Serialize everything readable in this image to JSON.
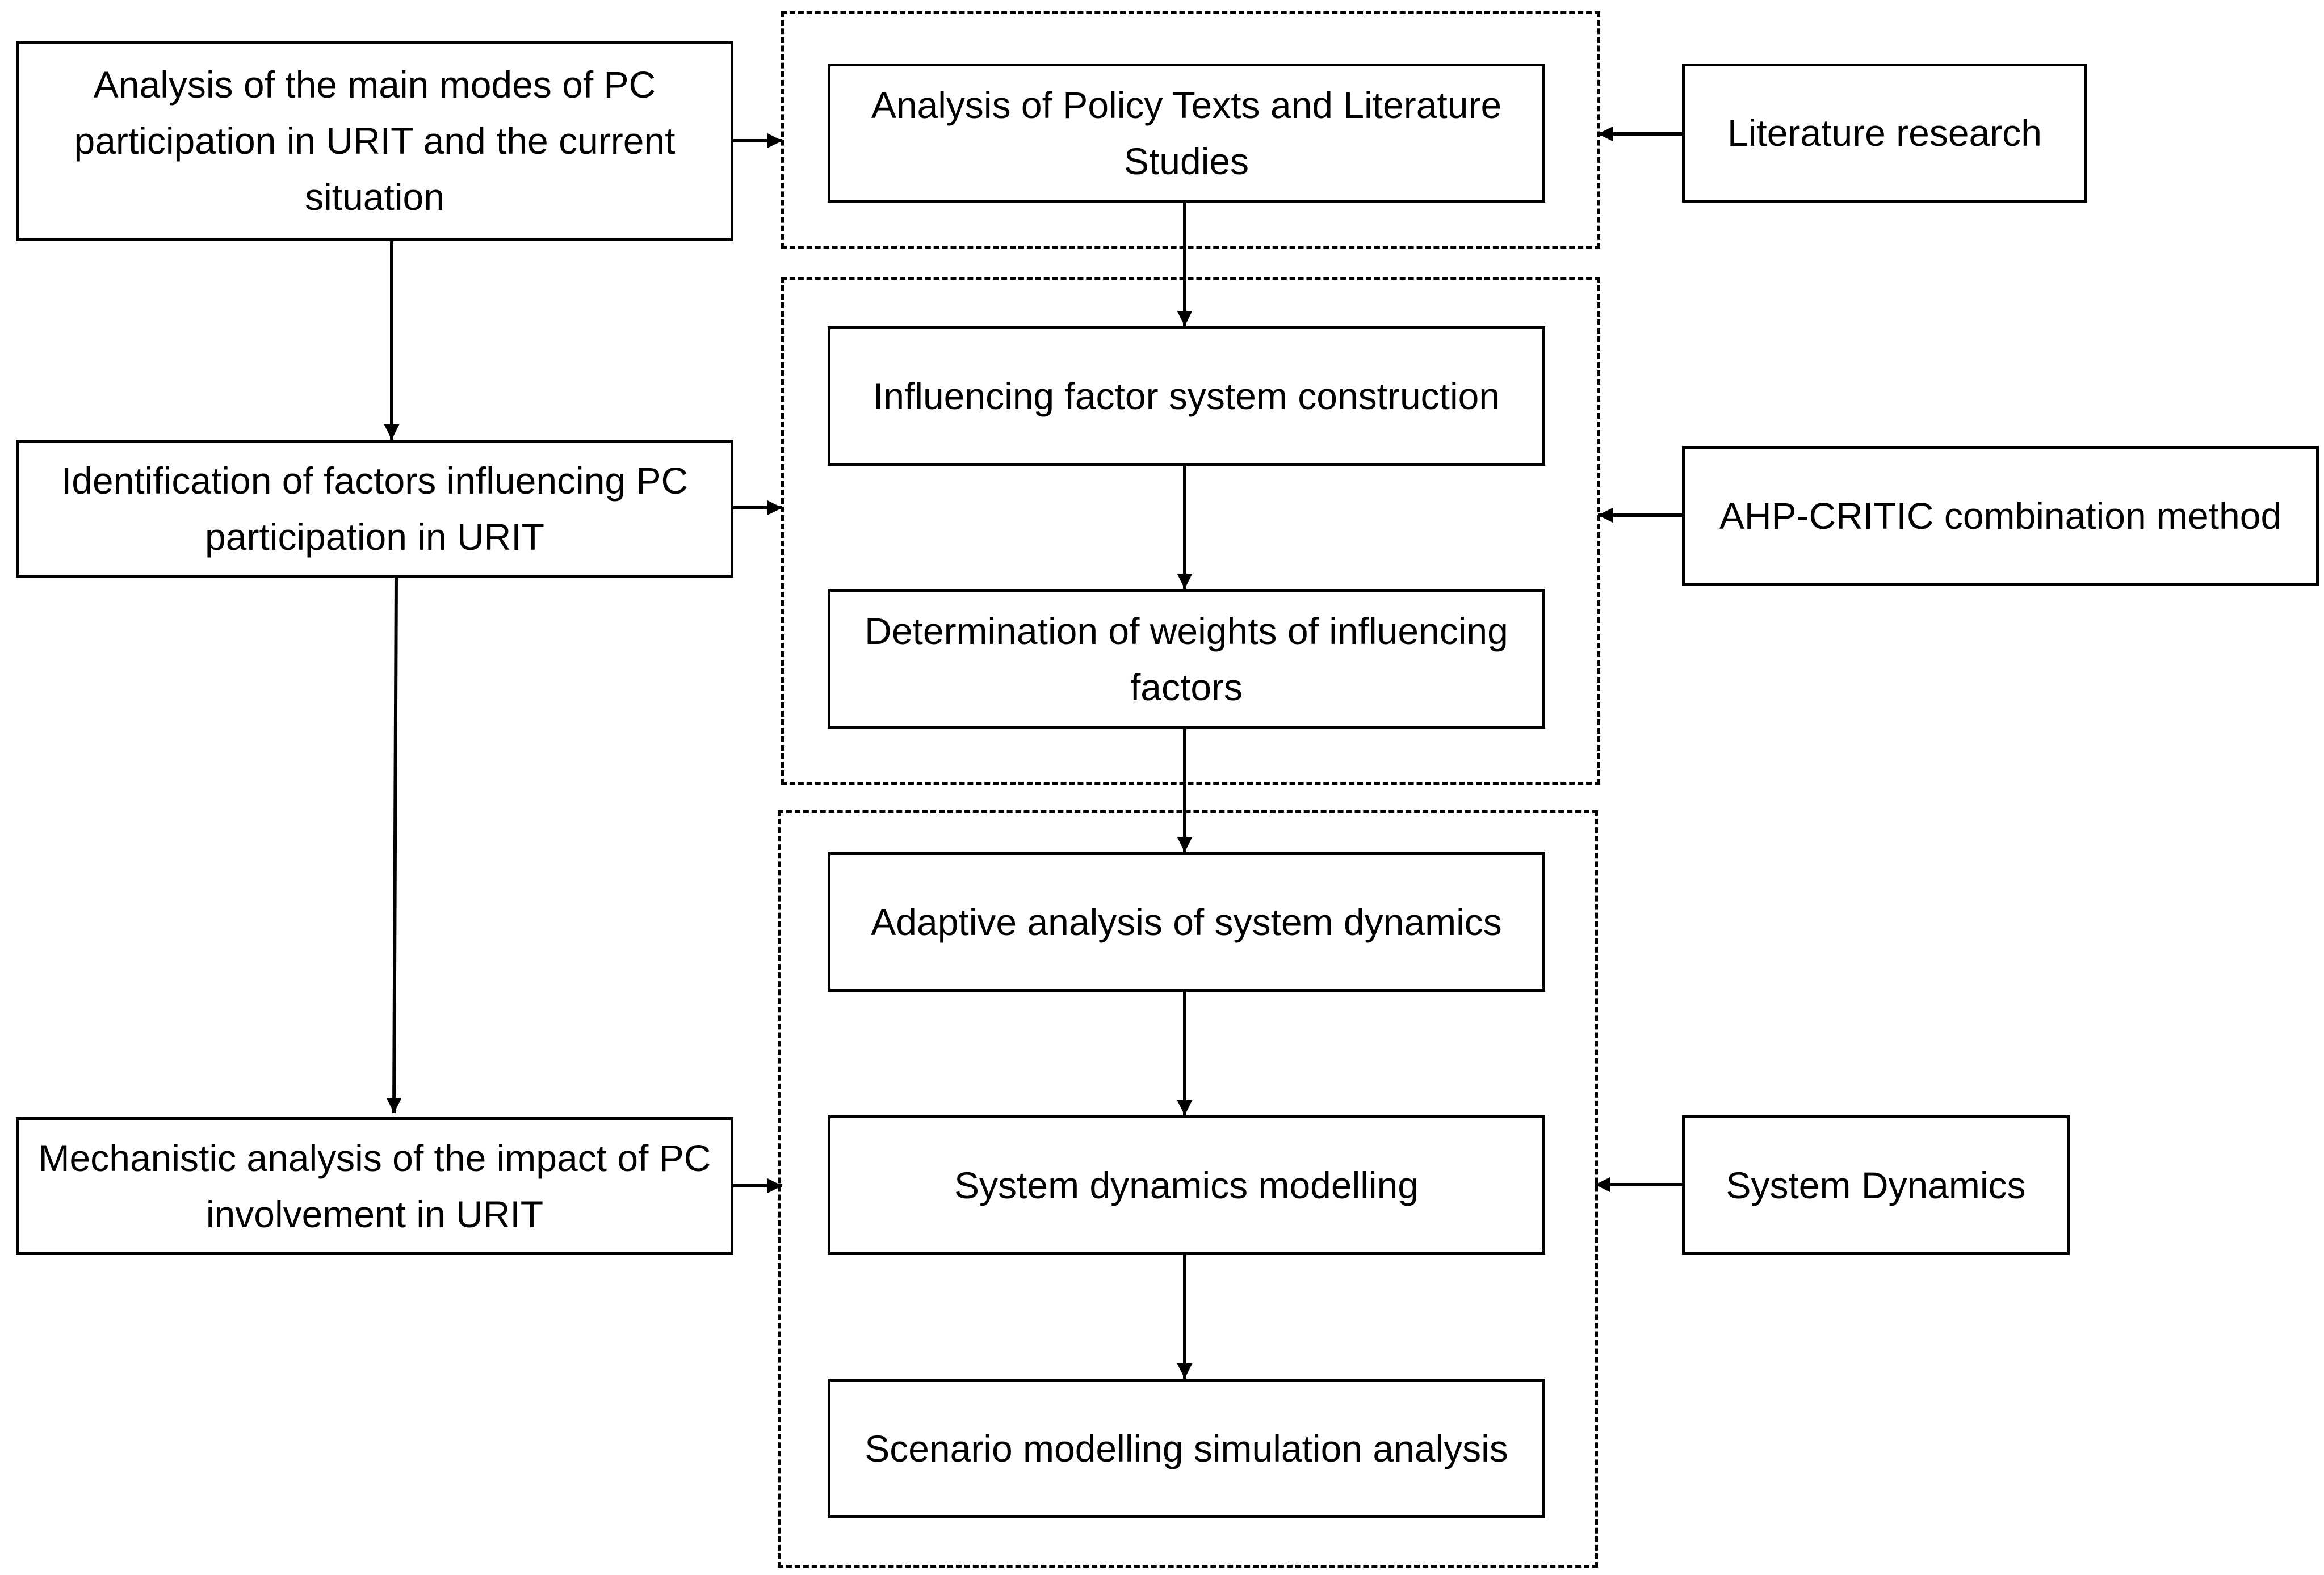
{
  "left_column": {
    "modes": "Analysis of the main modes of PC participation in URIT and the current situation",
    "factors": "Identification of factors influencing PC participation in URIT",
    "mechanism": "Mechanistic analysis of the impact of PC involvement in URIT"
  },
  "center_column": {
    "policy": "Analysis of Policy Texts and Literature Studies",
    "factor_system": "Influencing factor system construction",
    "weights": "Determination of weights of influencing factors",
    "adaptive": "Adaptive analysis of system dynamics",
    "sd_modelling": "System dynamics modelling",
    "scenario": "Scenario modelling simulation analysis"
  },
  "right_column": {
    "literature": "Literature research",
    "ahp": "AHP-CRITIC combination method",
    "system_dynamics": "System Dynamics"
  },
  "colors": {
    "stroke": "#000000",
    "background": "#ffffff"
  }
}
